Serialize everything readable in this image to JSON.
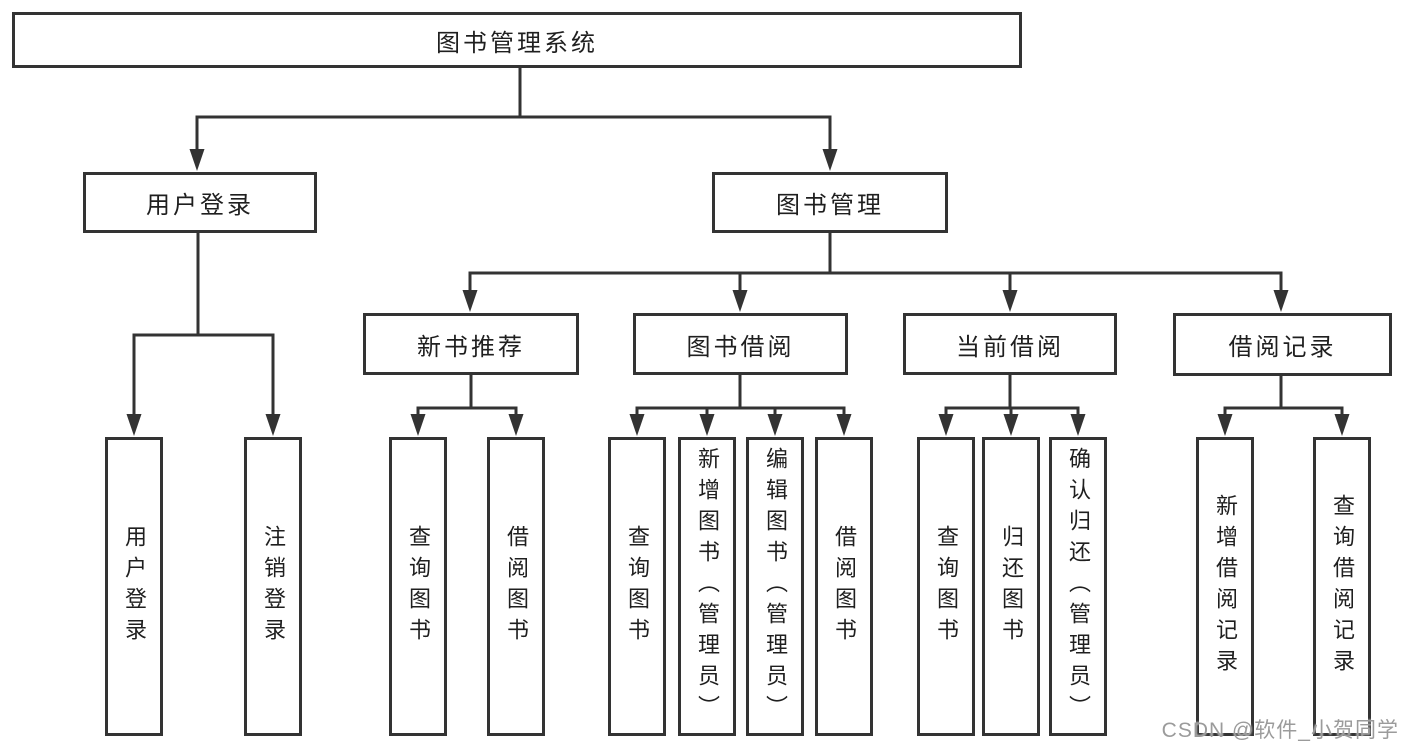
{
  "diagram": {
    "root": {
      "label": "图书管理系统"
    },
    "level1": [
      {
        "label": "用户登录"
      },
      {
        "label": "图书管理"
      }
    ],
    "level2": [
      {
        "label": "新书推荐"
      },
      {
        "label": "图书借阅"
      },
      {
        "label": "当前借阅"
      },
      {
        "label": "借阅记录"
      }
    ],
    "leaves": {
      "user_login": [
        {
          "label": "用户登录"
        },
        {
          "label": "注销登录"
        }
      ],
      "new_books": [
        {
          "label": "查询图书"
        },
        {
          "label": "借阅图书"
        }
      ],
      "book_borrowing": [
        {
          "label": "查询图书"
        },
        {
          "label": "新增图书（管理员）"
        },
        {
          "label": "编辑图书（管理员）"
        },
        {
          "label": "借阅图书"
        }
      ],
      "current_borrowing": [
        {
          "label": "查询图书"
        },
        {
          "label": "归还图书"
        },
        {
          "label": "确认归还（管理员）"
        }
      ],
      "borrowing_records": [
        {
          "label": "新增借阅记录"
        },
        {
          "label": "查询借阅记录"
        }
      ]
    }
  },
  "watermark": {
    "text": "CSDN @软件_小贺同学"
  },
  "colors": {
    "line": "#333333",
    "text": "#1f1f1f",
    "background": "#ffffff",
    "watermark": "#9b9b9b"
  }
}
